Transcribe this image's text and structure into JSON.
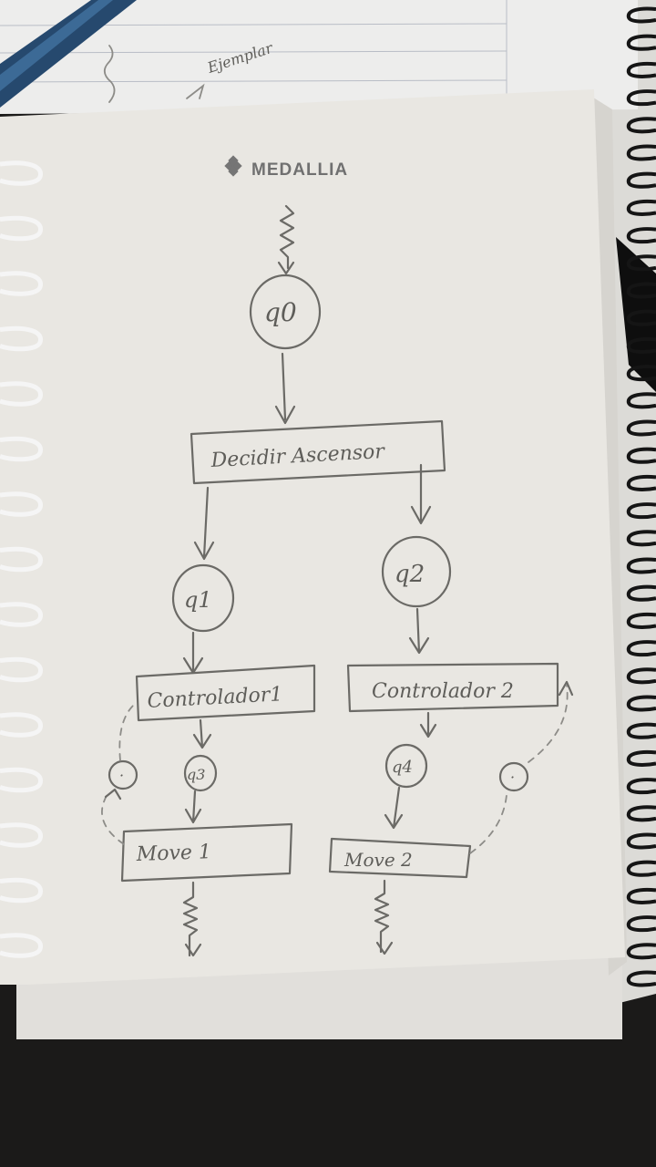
{
  "brand": {
    "logo_text": "MEDALLIA",
    "logo_icon": "diamond-cluster-icon"
  },
  "background_note": {
    "text": "Ejemplar"
  },
  "diagram": {
    "states": [
      {
        "id": "q0",
        "label": "q0"
      },
      {
        "id": "q1",
        "label": "q1"
      },
      {
        "id": "q2",
        "label": "q2"
      },
      {
        "id": "q3",
        "label": "q3"
      },
      {
        "id": "q4",
        "label": "q4"
      },
      {
        "id": "loop1",
        "label": "·"
      },
      {
        "id": "loop2",
        "label": "·"
      }
    ],
    "boxes": [
      {
        "id": "decidir",
        "label": "Decidir Ascensor"
      },
      {
        "id": "ctrl1",
        "label": "Controlador1"
      },
      {
        "id": "ctrl2",
        "label": "Controlador 2"
      },
      {
        "id": "move1",
        "label": "Move 1"
      },
      {
        "id": "move2",
        "label": "Move 2"
      }
    ],
    "colors": {
      "paper": "#e9e7e2",
      "pencil": "#6b6a66",
      "spiral": "#f4f4f4",
      "dark_spiral": "#161616",
      "background": "#1b1a19"
    }
  }
}
